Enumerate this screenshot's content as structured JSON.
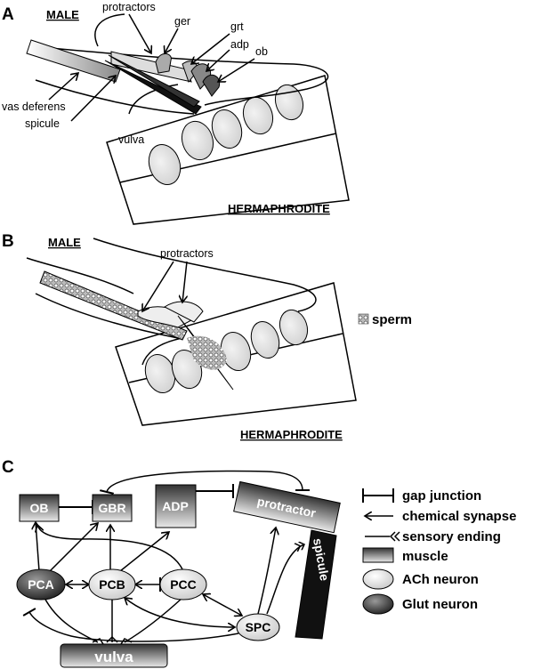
{
  "panel_a": {
    "letter": "A",
    "male": "MALE",
    "hermaphrodite": "HERMAPHRODITE",
    "labels": {
      "protractors": "protractors",
      "ger": "ger",
      "grt": "grt",
      "adp": "adp",
      "ob": "ob",
      "vas_deferens": "vas deferens",
      "spicule": "spicule",
      "vulva": "vulva"
    }
  },
  "panel_b": {
    "letter": "B",
    "male": "MALE",
    "hermaphrodite": "HERMAPHRODITE",
    "protractors": "protractors",
    "sperm": "sperm"
  },
  "panel_c": {
    "letter": "C",
    "nodes": {
      "ob": "OB",
      "gbr": "GBR",
      "adp": "ADP",
      "protractor": "protractor",
      "spicule": "spicule",
      "pca": "PCA",
      "pcb": "PCB",
      "pcc": "PCC",
      "spc": "SPC",
      "vulva": "vulva"
    },
    "legend": {
      "gap_junction": "gap junction",
      "chemical_synapse": "chemical synapse",
      "sensory_ending": "sensory ending",
      "muscle": "muscle",
      "ach_neuron": "ACh neuron",
      "glut_neuron": "Glut neuron"
    }
  }
}
